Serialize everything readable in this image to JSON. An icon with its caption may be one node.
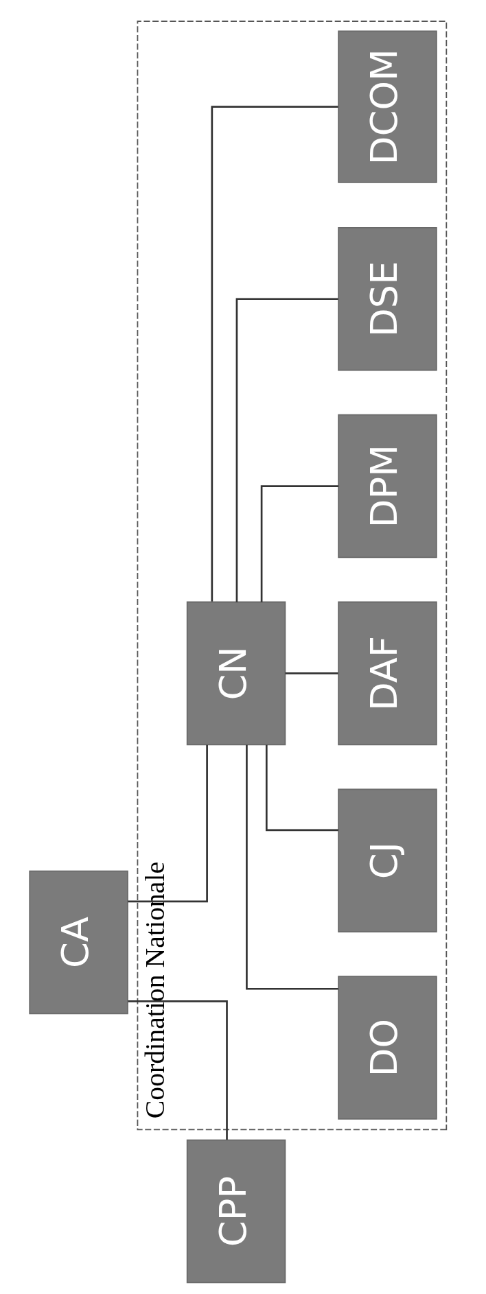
{
  "diagram": {
    "nodes": [
      {
        "text": [
          "CA"
        ]
      },
      {
        "text": [
          "CPP"
        ]
      },
      {
        "text": [
          "Coordination Nationale"
        ]
      },
      {
        "text": [
          "CN"
        ],
        "in": 2
      },
      {
        "text": [
          "DO"
        ],
        "in": 2
      },
      {
        "text": [
          "CJ"
        ],
        "in": 2
      },
      {
        "text": [
          "DAF"
        ],
        "in": 2
      },
      {
        "text": [
          "DPM"
        ],
        "in": 2
      },
      {
        "text": [
          "DSE"
        ],
        "in": 2
      },
      {
        "text": [
          "DCOM"
        ],
        "in": 2
      }
    ],
    "edges": [
      {
        "from": 0,
        "to": 3,
        "arrow": "none"
      },
      {
        "from": 0,
        "to": 1,
        "arrow": "none"
      },
      {
        "from": 3,
        "to": 4,
        "arrow": "none"
      },
      {
        "from": 3,
        "to": 5,
        "arrow": "none"
      },
      {
        "from": 3,
        "to": 6,
        "arrow": "none"
      },
      {
        "from": 3,
        "to": 7,
        "arrow": "none"
      },
      {
        "from": 3,
        "to": 8,
        "arrow": "none"
      },
      {
        "from": 3,
        "to": 9,
        "arrow": "none"
      }
    ]
  }
}
